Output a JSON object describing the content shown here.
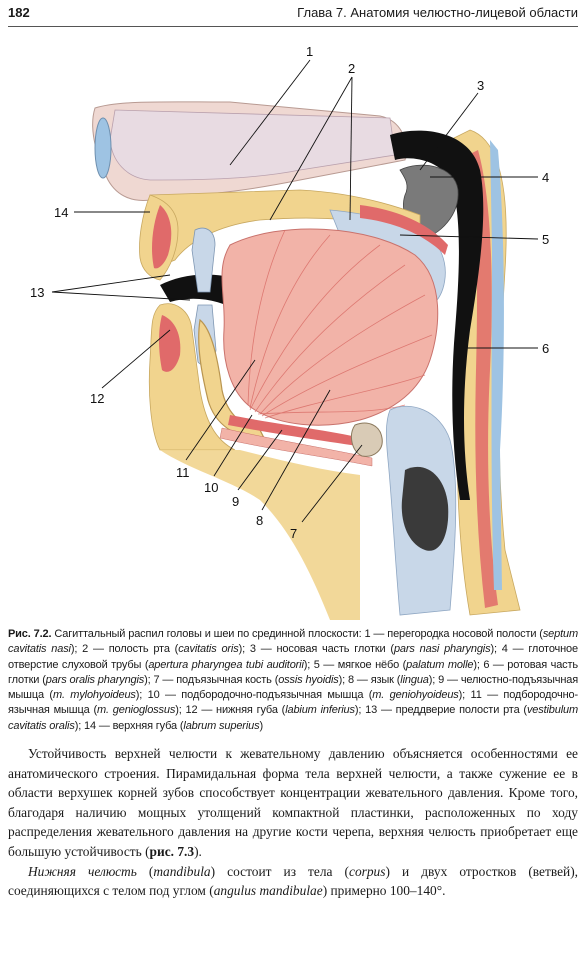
{
  "header": {
    "page_number": "182",
    "chapter": "Глава 7. Анатомия челюстно-лицевой области"
  },
  "figure": {
    "callouts": [
      "1",
      "2",
      "3",
      "4",
      "5",
      "6",
      "7",
      "8",
      "9",
      "10",
      "11",
      "12",
      "13",
      "14"
    ],
    "colors": {
      "muscle": "#e06a6a",
      "muscle_light": "#f2b3a8",
      "fat": "#f1d48e",
      "bone": "#d9cbb6",
      "mucosa": "#c8d7e8",
      "cavity": "#111111",
      "skin": "#efd8d2",
      "septum": "#e8dbe2"
    }
  },
  "caption": {
    "label": "Рис. 7.2.",
    "parts": [
      {
        "t": " Сагиттальный распил головы и шеи по срединной плоскости: 1 — перегородка носовой полости ("
      },
      {
        "i": "septum cavitatis nasi"
      },
      {
        "t": "); 2 — полость рта ("
      },
      {
        "i": "cavitatis oris"
      },
      {
        "t": "); 3 — носовая часть глотки ("
      },
      {
        "i": "pars nasi pharyngis"
      },
      {
        "t": "); 4 — глоточное отверстие слуховой трубы ("
      },
      {
        "i": "apertura pharyngea tubi auditorii"
      },
      {
        "t": "); 5 — мягкое нёбо ("
      },
      {
        "i": "palatum molle"
      },
      {
        "t": "); 6 — ротовая часть глотки ("
      },
      {
        "i": "pars oralis pharyngis"
      },
      {
        "t": "); 7 — подъязычная кость ("
      },
      {
        "i": "ossis hyoidis"
      },
      {
        "t": "); 8 — язык ("
      },
      {
        "i": "lingua"
      },
      {
        "t": "); 9 — челюстно-подъязычная мышца ("
      },
      {
        "i": "m. mylohyoideus"
      },
      {
        "t": "); 10 — подбородочно-подъязычная мышца ("
      },
      {
        "i": "m. geniohyoideus"
      },
      {
        "t": "); 11 — подбородочно-язычная мышца ("
      },
      {
        "i": "m. genioglossus"
      },
      {
        "t": "); 12 — нижняя губа ("
      },
      {
        "i": "labium inferius"
      },
      {
        "t": "); 13 — преддверие полости рта ("
      },
      {
        "i": "vestibulum cavitatis oralis"
      },
      {
        "t": "); 14 — верхняя губа ("
      },
      {
        "i": "labrum superius"
      },
      {
        "t": ")"
      }
    ]
  },
  "body": {
    "p1_text": "Устойчивость верхней челюсти к жевательному давлению объясняется особенностями ее анатомического строения. Пирамидальная форма тела верхней челюсти, а также сужение ее в области верхушек корней зубов способствует концентрации жевательного давления. Кроме того, благодаря наличию мощных утолщений компактной пластинки, расположенных по ходу распределения жевательного давления на другие кости черепа, верхняя челюсть приобретает еще большую устойчивость (",
    "p1_ref": "рис. 7.3",
    "p1_end": ").",
    "p2_parts": [
      {
        "i": "Нижняя челюсть"
      },
      {
        "t": " ("
      },
      {
        "i": "mandibula"
      },
      {
        "t": ") состоит из тела ("
      },
      {
        "i": "corpus"
      },
      {
        "t": ") и двух отростков (ветвей), соединяющихся с телом под углом ("
      },
      {
        "i": "angulus mandibulae"
      },
      {
        "t": ") примерно 100–140°."
      }
    ]
  }
}
